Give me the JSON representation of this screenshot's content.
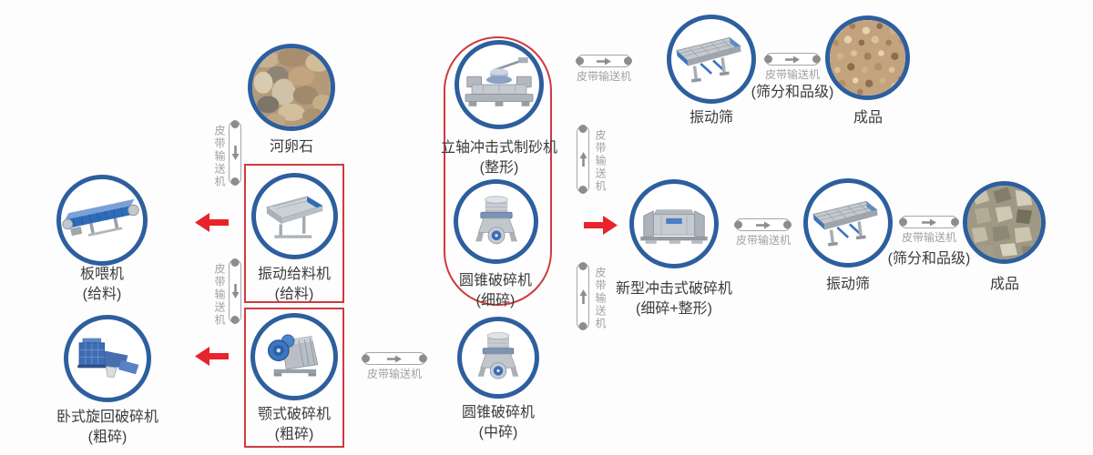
{
  "diagram": {
    "subject": "河卵石制砂生产线流程图",
    "type": "process-flow"
  },
  "colors": {
    "circle_border": "#2d5f9e",
    "highlight": "#cf3a40",
    "arrow_red": "#e8232b",
    "conveyor_text": "#a2a2a2",
    "text": "#3c3c3c"
  },
  "shared": {
    "belt_conveyor": "皮带输送机",
    "screening_grading": "(筛分和品级)"
  },
  "nodes": {
    "river_pebbles": {
      "label": "河卵石"
    },
    "plate_feeder": {
      "label": "板喂机",
      "sub": "(给料)"
    },
    "horizontal_gyratory_crusher": {
      "label": "卧式旋回破碎机",
      "sub": "(粗碎)"
    },
    "vibrating_feeder": {
      "label": "振动给料机",
      "sub": "(给料)"
    },
    "jaw_crusher": {
      "label": "颚式破碎机",
      "sub": "(粗碎)"
    },
    "vsi_sand_maker": {
      "label": "立轴冲击式制砂机",
      "sub": "(整形)"
    },
    "cone_crusher_fine": {
      "label": "圆锥破碎机",
      "sub": "(细碎)"
    },
    "cone_crusher_medium": {
      "label": "圆锥破碎机",
      "sub": "(中碎)"
    },
    "new_impact_crusher": {
      "label": "新型冲击式破碎机",
      "sub": "(细碎+整形)"
    },
    "vibrating_screen_top": {
      "label": "振动筛"
    },
    "finished_product_top": {
      "label": "成品"
    },
    "vibrating_screen_mid": {
      "label": "振动筛"
    },
    "finished_product_mid": {
      "label": "成品"
    }
  }
}
